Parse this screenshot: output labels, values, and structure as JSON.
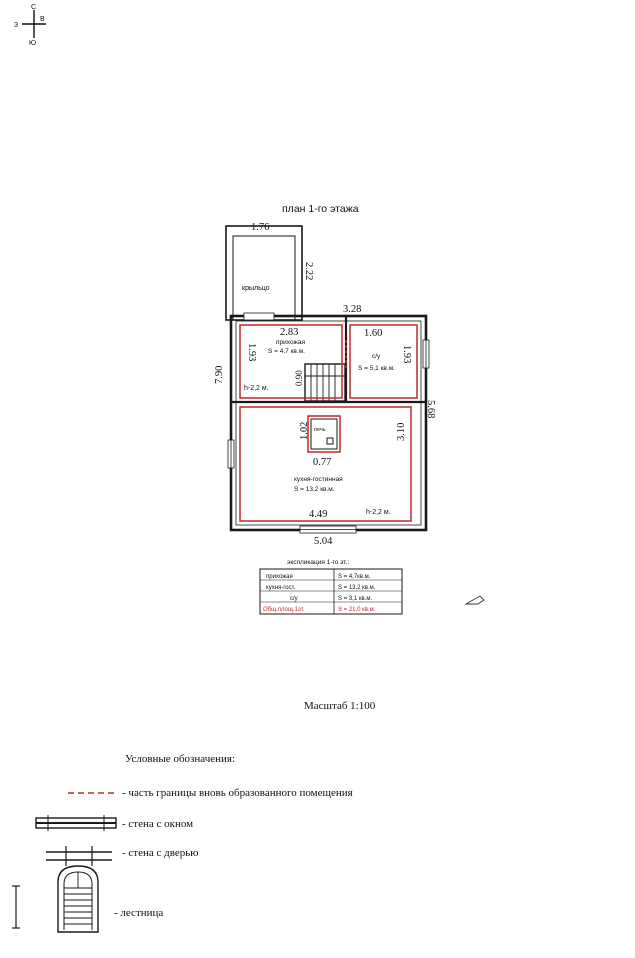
{
  "compass": {
    "north": "С",
    "west": "З",
    "east": "В",
    "south": "Ю"
  },
  "plan": {
    "title": "план 1-го этажа",
    "dimensions": {
      "porch_width": "1.76",
      "porch_depth": "2.22",
      "overall_width_upper": "3.28",
      "hall_width": "2.83",
      "bath_width": "1.60",
      "hall_depth": "1.93",
      "bath_depth": "1.93",
      "left_total": "7.90",
      "stair_width": "0.90",
      "right_total": "5.68",
      "stove_depth": "1.02",
      "stove_width": "0.77",
      "kitchen_depth": "3.10",
      "kitchen_width": "4.49",
      "overall_width_lower": "5.04"
    },
    "rooms": {
      "porch": {
        "name": "крыльцо"
      },
      "hall": {
        "name": "прихожая",
        "area": "S = 4,7 кв.м."
      },
      "bath": {
        "name": "с/у",
        "area": "S = 5,1 кв.м."
      },
      "kitchen": {
        "name": "кухня-гостинная",
        "area": "S = 13,2 кв.м."
      },
      "stove": {
        "name": "печь"
      }
    },
    "heights": {
      "hall_h": "h-2,2 м.",
      "kitchen_h": "h-2,2 м."
    }
  },
  "explication": {
    "title": "экспликация 1-го эт.:",
    "rows": [
      {
        "name": "прихожая",
        "area": "S = 4,7кв.м."
      },
      {
        "name": "кухня-гост.",
        "area": "S = 13,2 кв.м."
      },
      {
        "name": "с/у",
        "area": "S = 3,1 кв.м."
      },
      {
        "name": "Общ.площ.1эт.",
        "area": "S = 21,0 кв.м."
      }
    ]
  },
  "scale": "Масштаб 1:100",
  "legend": {
    "title": "Условные обозначения:",
    "items": [
      {
        "label": "- часть границы вновь образованного помещения"
      },
      {
        "label": "- стена с окном"
      },
      {
        "label": "- стена с дверью"
      },
      {
        "label": "- лестница"
      }
    ]
  },
  "colors": {
    "boundary": "#c0282d",
    "wall": "#1a1a1a"
  }
}
